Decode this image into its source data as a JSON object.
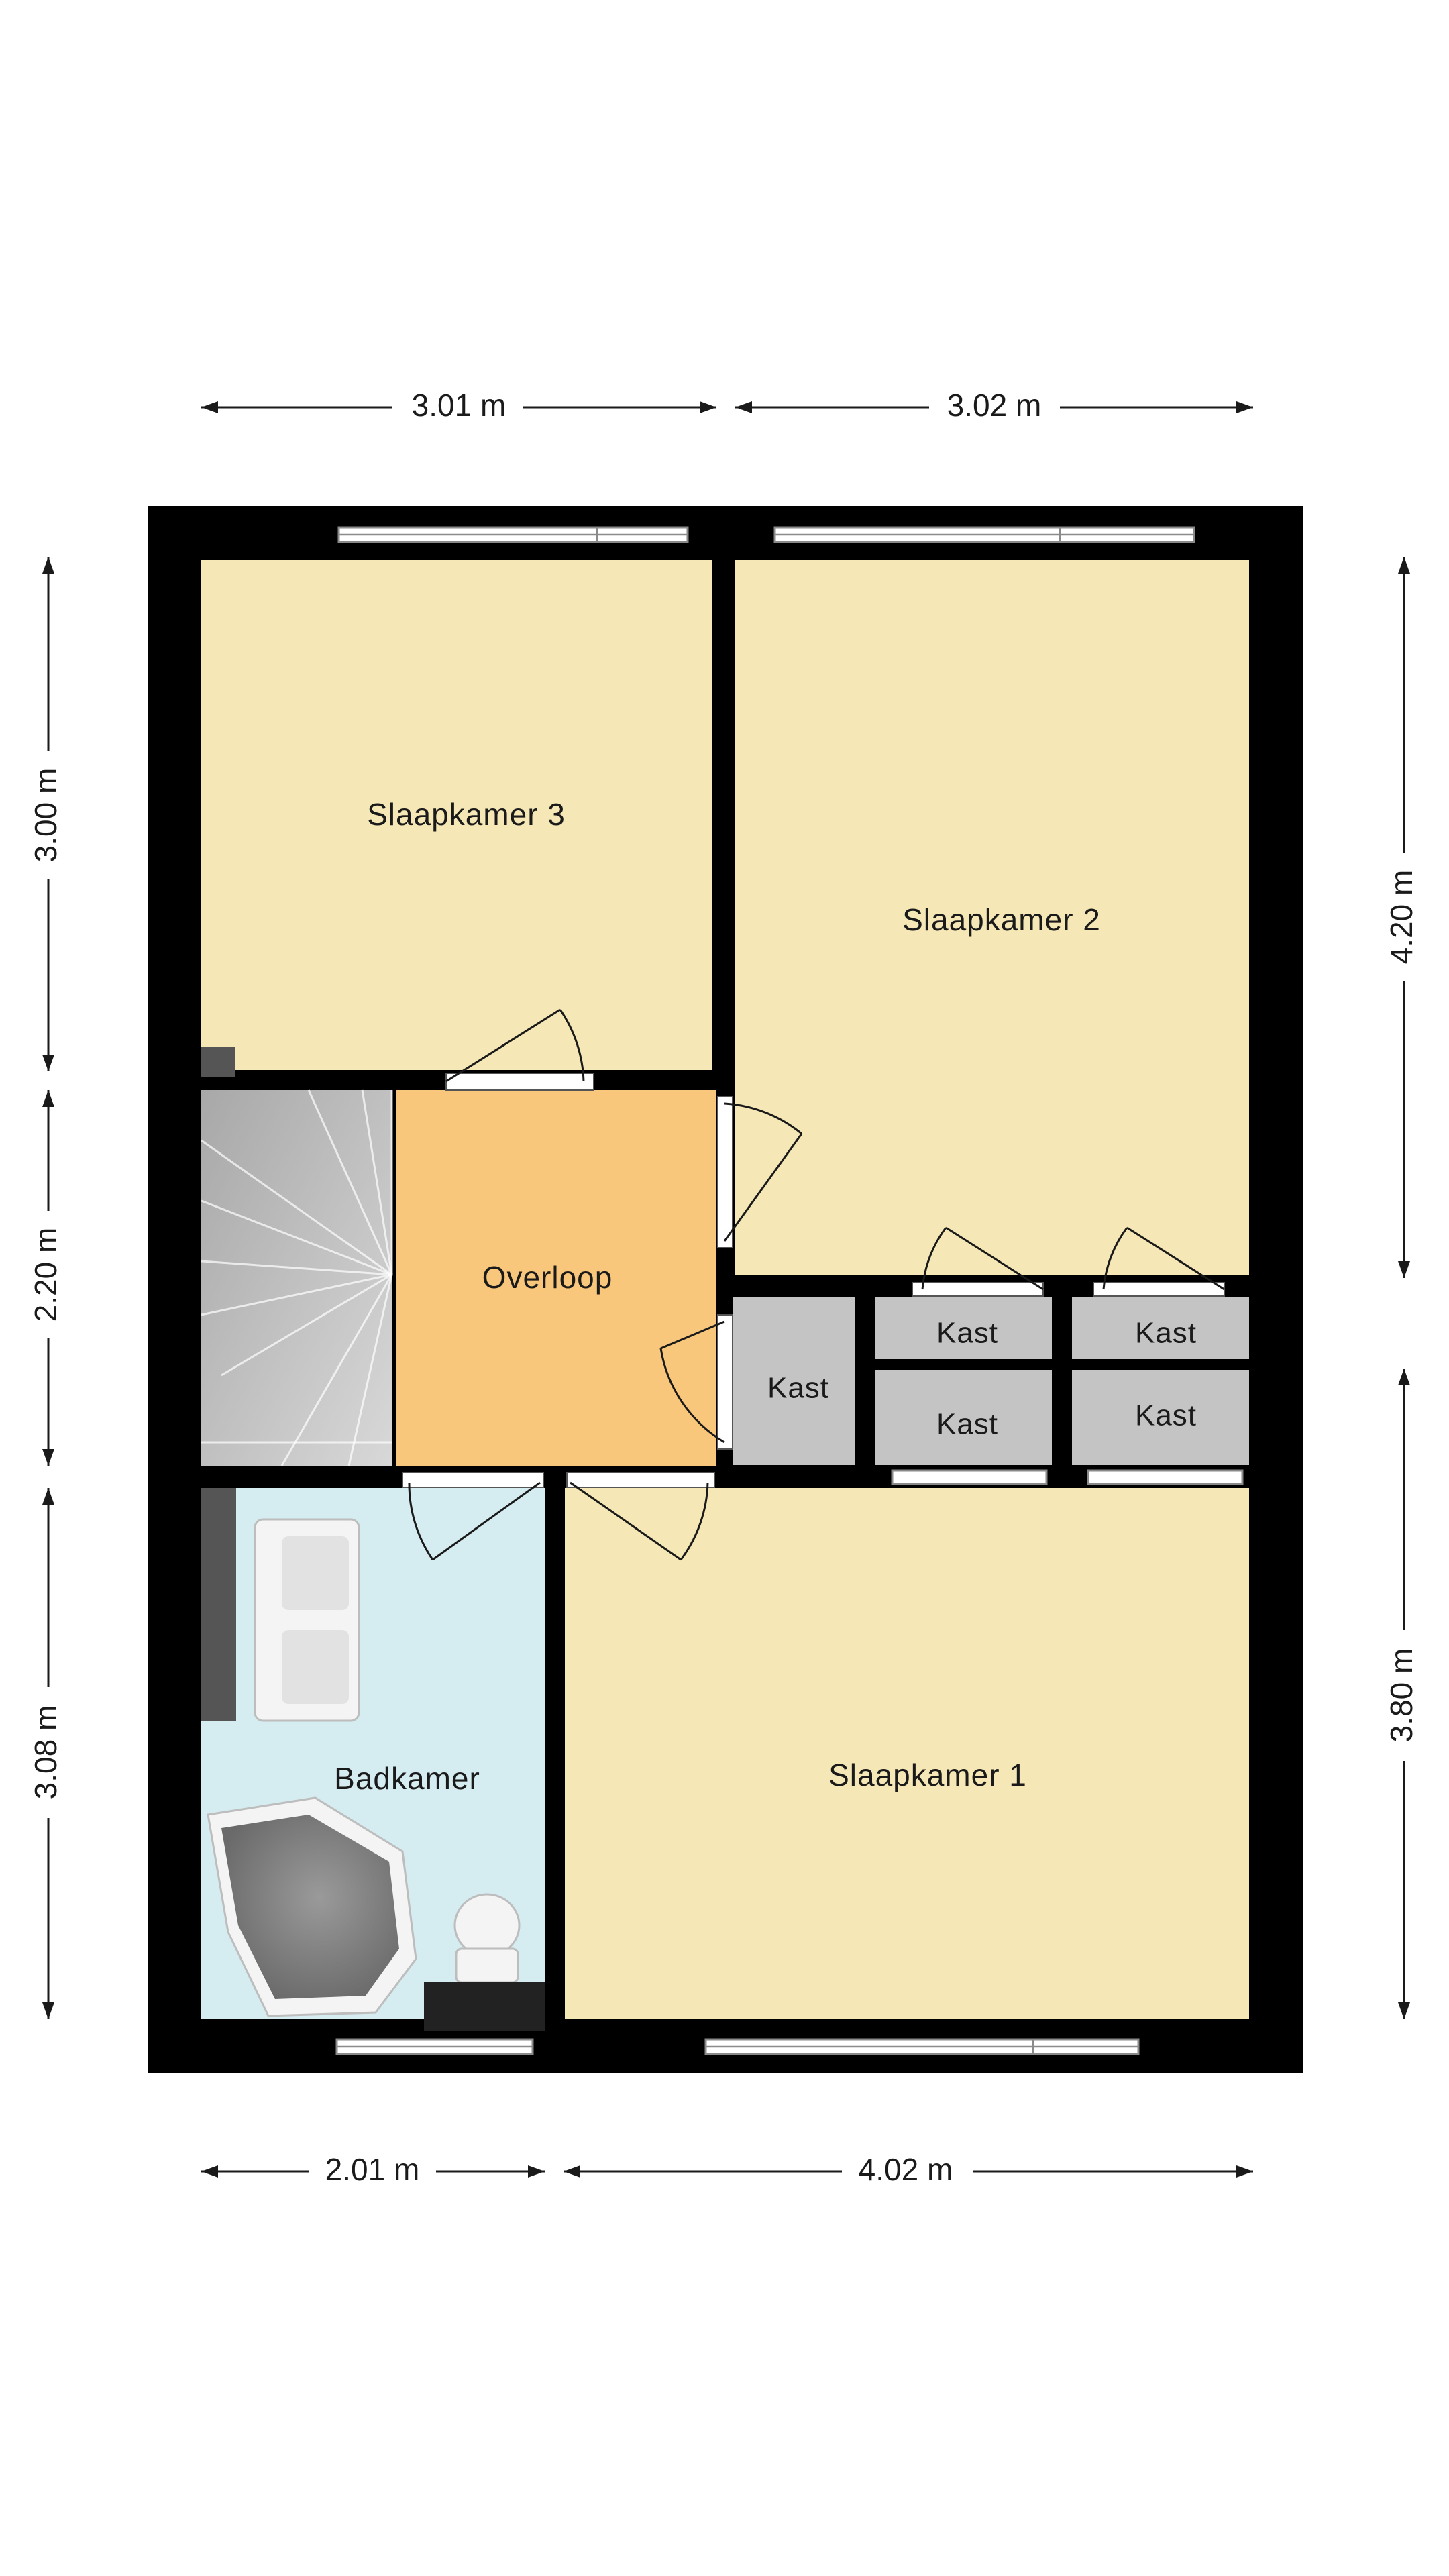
{
  "rooms": {
    "slaapkamer3": "Slaapkamer 3",
    "slaapkamer2": "Slaapkamer 2",
    "overloop": "Overloop",
    "kast_a": "Kast",
    "kast_b": "Kast",
    "kast_c": "Kast",
    "kast_d": "Kast",
    "kast_e": "Kast",
    "badkamer": "Badkamer",
    "slaapkamer1": "Slaapkamer 1"
  },
  "dimensions": {
    "top_left": "3.01 m",
    "top_right": "3.02 m",
    "bottom_left": "2.01 m",
    "bottom_right": "4.02 m",
    "left_top": "3.00 m",
    "left_middle": "2.20 m",
    "left_bottom": "3.08 m",
    "right_top": "4.20 m",
    "right_bottom": "3.80 m"
  },
  "colors": {
    "bedroom": "#f5e7b6",
    "landing": "#f9c77b",
    "bathroom": "#d5ecf1",
    "closet": "#c4c4c4",
    "wall": "#000000",
    "stairs": "#bdbdbd"
  }
}
